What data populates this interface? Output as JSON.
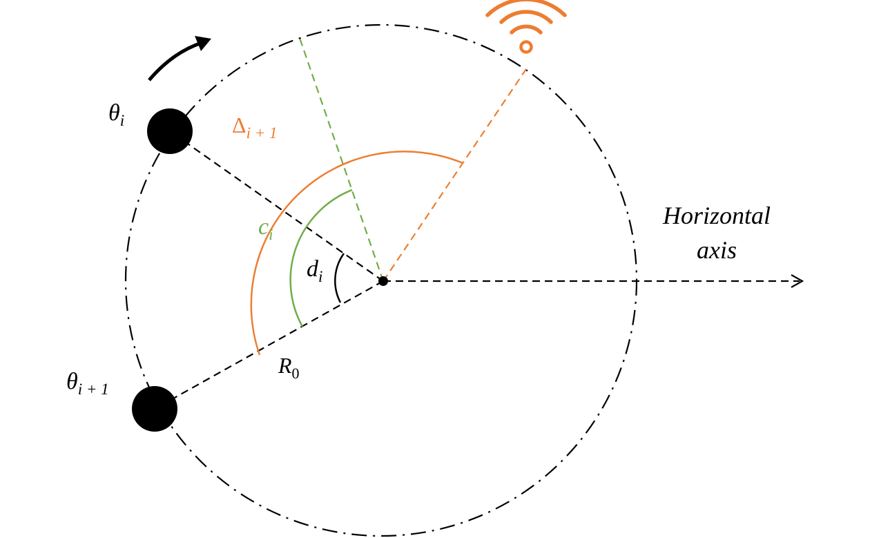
{
  "labels": {
    "theta_i": {
      "base": "θ",
      "sub": "i"
    },
    "theta_i1": {
      "base": "θ",
      "sub": "i + 1"
    },
    "delta": {
      "base": "Δ",
      "sub": "i + 1"
    },
    "c": {
      "base": "c",
      "sub": "i"
    },
    "d": {
      "base": "d",
      "sub": "i"
    },
    "r": {
      "base": "R",
      "sub": "0"
    },
    "axis_line1": "Horizontal",
    "axis_line2": "axis"
  },
  "colors": {
    "black": "#000000",
    "orange": "#ed7d31",
    "green": "#70ad47"
  },
  "icons": {
    "wifi": "wifi-signal-icon",
    "rotation": "curved-arrow-icon"
  }
}
